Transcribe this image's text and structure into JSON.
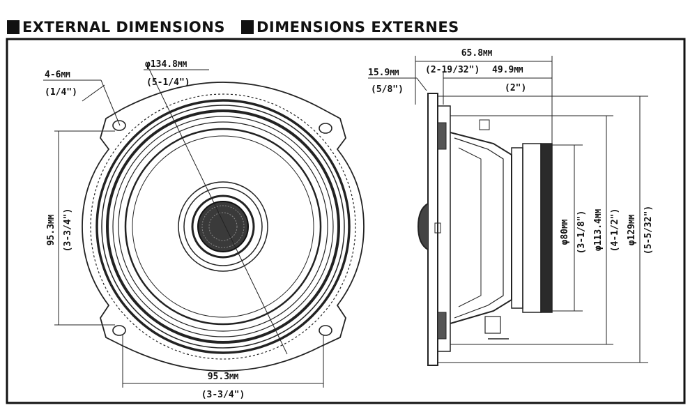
{
  "headings": {
    "english": "EXTERNAL DIMENSIONS",
    "french": "DIMENSIONS EXTERNES"
  },
  "front_view": {
    "mount_hole": {
      "metric": "4-6",
      "unit": "MM",
      "imperial": "(1/4\")"
    },
    "outer_diameter": {
      "symbol": "φ",
      "metric": "134.8",
      "unit": "MM",
      "imperial": "(5-1/4\")"
    },
    "vertical_spacing": {
      "metric": "95.3",
      "unit": "MM",
      "imperial": "(3-3/4\")"
    },
    "horizontal_spacing": {
      "metric": "95.3",
      "unit": "MM",
      "imperial": "(3-3/4\")"
    }
  },
  "side_view": {
    "total_depth": {
      "metric": "65.8",
      "unit": "MM",
      "imperial": "(2-19/32\")"
    },
    "flange_height": {
      "metric": "15.9",
      "unit": "MM",
      "imperial": "(5/8\")"
    },
    "mount_depth": {
      "metric": "49.9",
      "unit": "MM",
      "imperial": "(2\")"
    },
    "magnet_diameter": {
      "symbol": "φ",
      "metric": "80",
      "unit": "MM",
      "imperial": "(3-1/8\")"
    },
    "frame_diameter": {
      "symbol": "φ",
      "metric": "113.4",
      "unit": "MM",
      "imperial": "(4-1/2\")"
    },
    "flange_diameter": {
      "symbol": "φ",
      "metric": "129",
      "unit": "MM",
      "imperial": "(5-5/32\")"
    }
  }
}
